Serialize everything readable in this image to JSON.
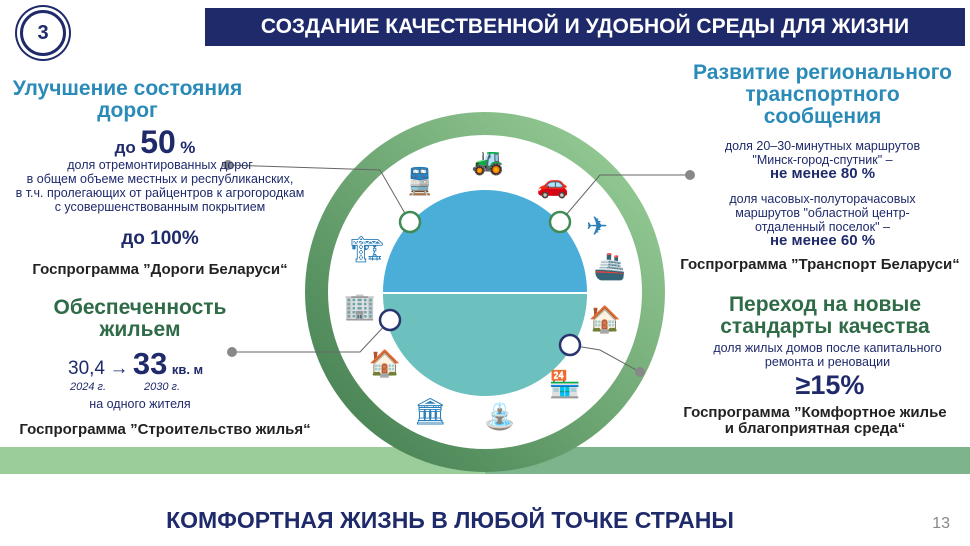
{
  "header": {
    "number": "3",
    "title": "СОЗДАНИЕ КАЧЕСТВЕННОЙ И УДОБНОЙ СРЕДЫ ДЛЯ ЖИЗНИ"
  },
  "roads": {
    "title": "Улучшение состояния дорог",
    "prefix": "до",
    "value": "50",
    "unit": "%",
    "desc": [
      "доля отремонтированных дорог",
      "в общем объеме местных и республиканских,",
      "в т.ч. пролегающих от райцентров к агрогородкам",
      "с усовершенствованным покрытием"
    ],
    "target": "до 100%",
    "program": "Госпрограмма ”Дороги Беларуси“"
  },
  "housing": {
    "title": "Обеспеченность жильем",
    "from": "30,4",
    "arrow": "→",
    "to": "33",
    "unit": "кв. м",
    "from_year": "2024 г.",
    "to_year": "2030 г.",
    "desc": "на одного жителя",
    "program": "Госпрограмма ”Строительство жилья“"
  },
  "transport": {
    "title": "Развитие регионального транспортного сообщения",
    "desc1": "доля 20–30-минутных маршрутов \"Минск-город-спутник\" –",
    "value1": "не менее 80 %",
    "desc2": "доля часовых-полуторачасовых маршрутов \"областной центр-отдаленный поселок\" –",
    "value2": "не менее 60 %",
    "program": "Госпрограмма ”Транспорт Беларуси“"
  },
  "standards": {
    "title": "Переход на новые стандарты качества",
    "desc": "доля жилых домов после капитального ремонта и реновации",
    "value": "≥15%",
    "program": "Госпрограмма ”Комфортное жилье и благоприятная среда“"
  },
  "footer": {
    "slogan": "КОМФОРТНАЯ ЖИЗНЬ В ЛЮБОЙ ТОЧКЕ СТРАНЫ",
    "page": "13"
  },
  "colors": {
    "navy": "#1f2a6b",
    "blue": "#4aaed9",
    "teal": "#6cc0bd",
    "green": "#5a8f63"
  }
}
